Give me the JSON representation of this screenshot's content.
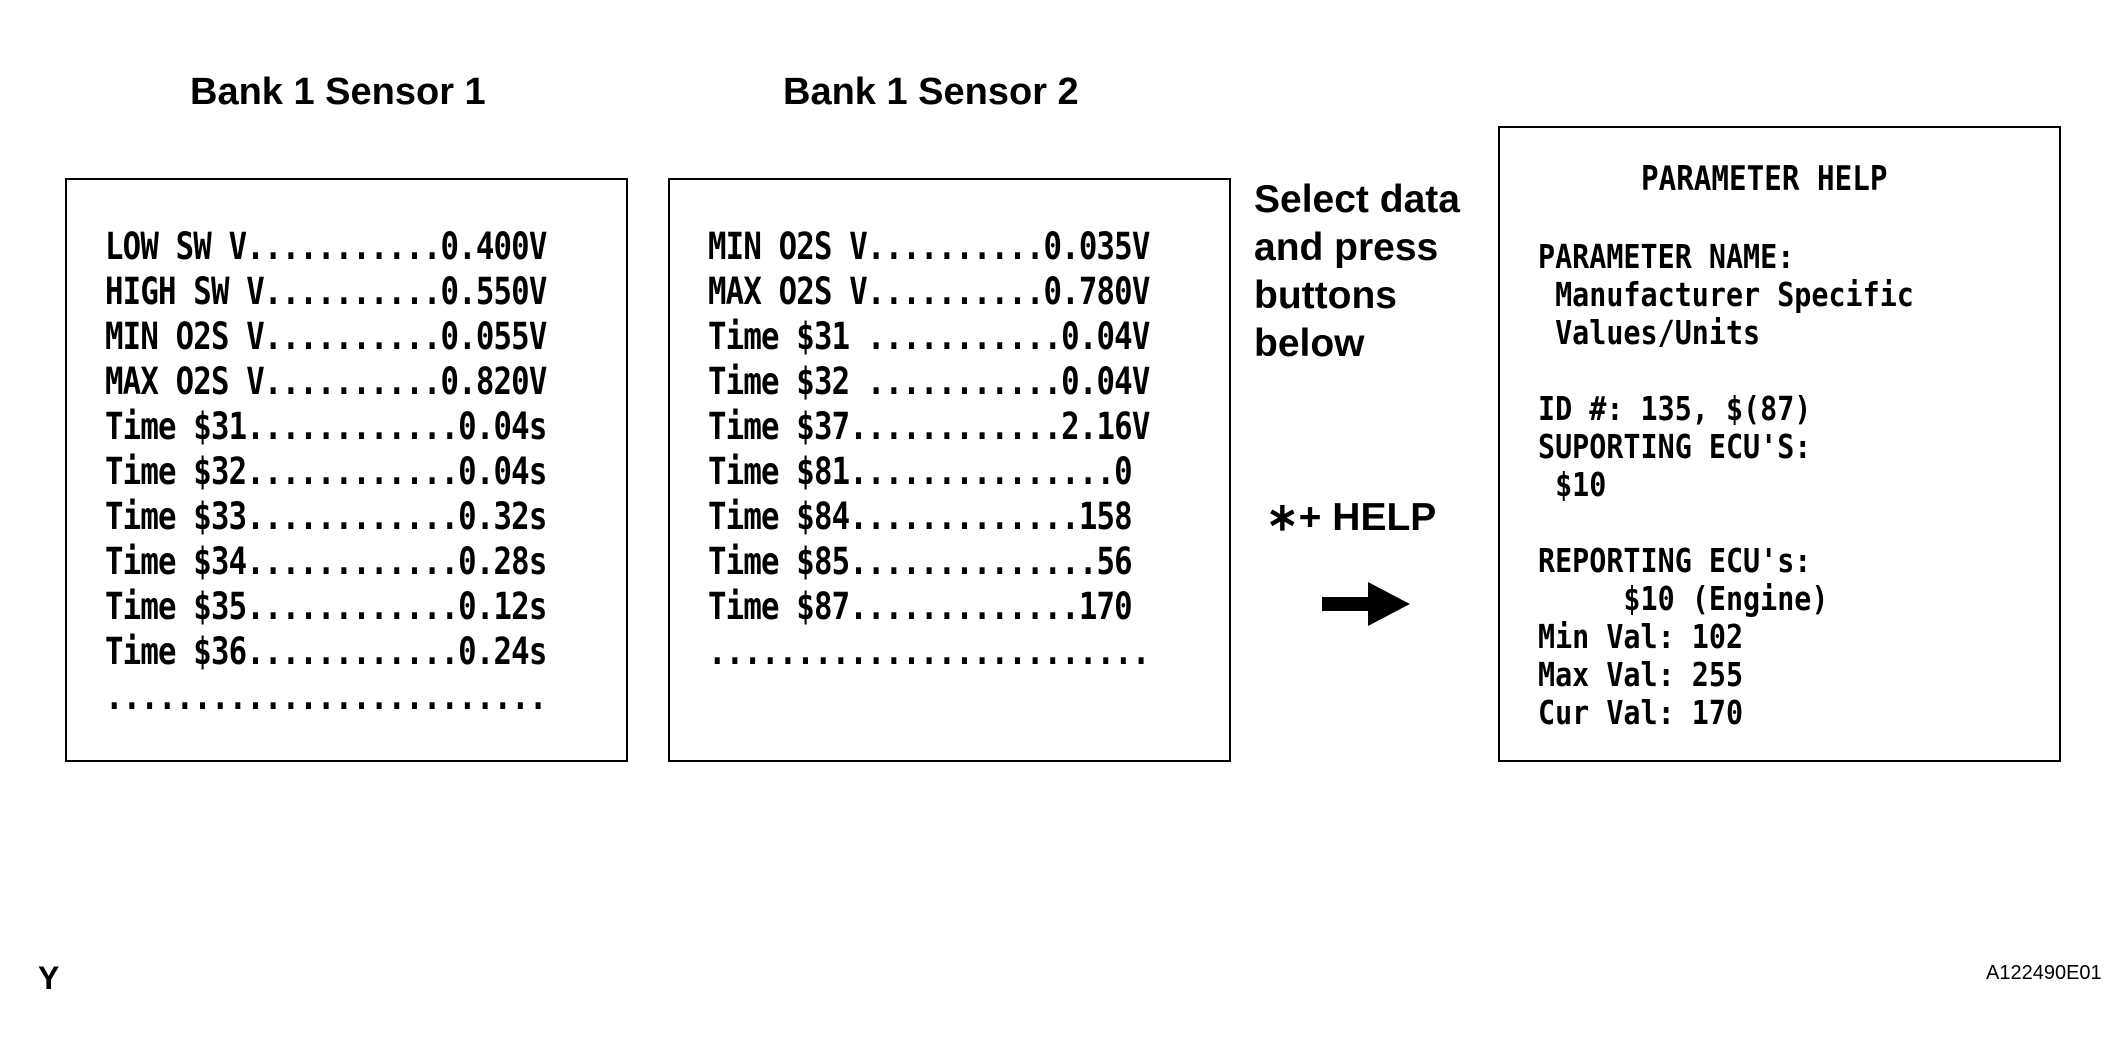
{
  "headings": {
    "sensor1": "Bank 1 Sensor 1",
    "sensor2": "Bank 1 Sensor 2"
  },
  "sensor1_lines": [
    "LOW SW V...........0.400V",
    "HIGH SW V..........0.550V",
    "MIN O2S V..........0.055V",
    "MAX O2S V..........0.820V",
    "Time $31............0.04s",
    "Time $32............0.04s",
    "Time $33............0.32s",
    "Time $34............0.28s",
    "Time $35............0.12s",
    "Time $36............0.24s",
    "........................."
  ],
  "sensor2_lines": [
    "MIN O2S V..........0.035V",
    "MAX O2S V..........0.780V",
    "Time $31 ...........0.04V",
    "Time $32 ...........0.04V",
    "Time $37............2.16V",
    "Time $81...............0",
    "Time $84.............158",
    "Time $85..............56",
    "Time $87.............170",
    "........................."
  ],
  "instruction": {
    "lines": [
      "Select data",
      "and press",
      "buttons",
      "below"
    ],
    "key_combo": "∗+ HELP",
    "arrow_icon": "right-arrow-icon"
  },
  "help_panel": {
    "title": "PARAMETER HELP",
    "lines": [
      "PARAMETER NAME:",
      " Manufacturer Specific",
      " Values/Units",
      "",
      "ID #: 135, $(87)",
      "SUPORTING ECU'S:",
      " $10",
      "",
      "REPORTING ECU's:",
      "     $10 (Engine)",
      "Min Val: 102",
      "Max Val: 255",
      "Cur Val: 170"
    ]
  },
  "footer": {
    "left_mark": "Y",
    "figure_id": "A122490E01"
  }
}
